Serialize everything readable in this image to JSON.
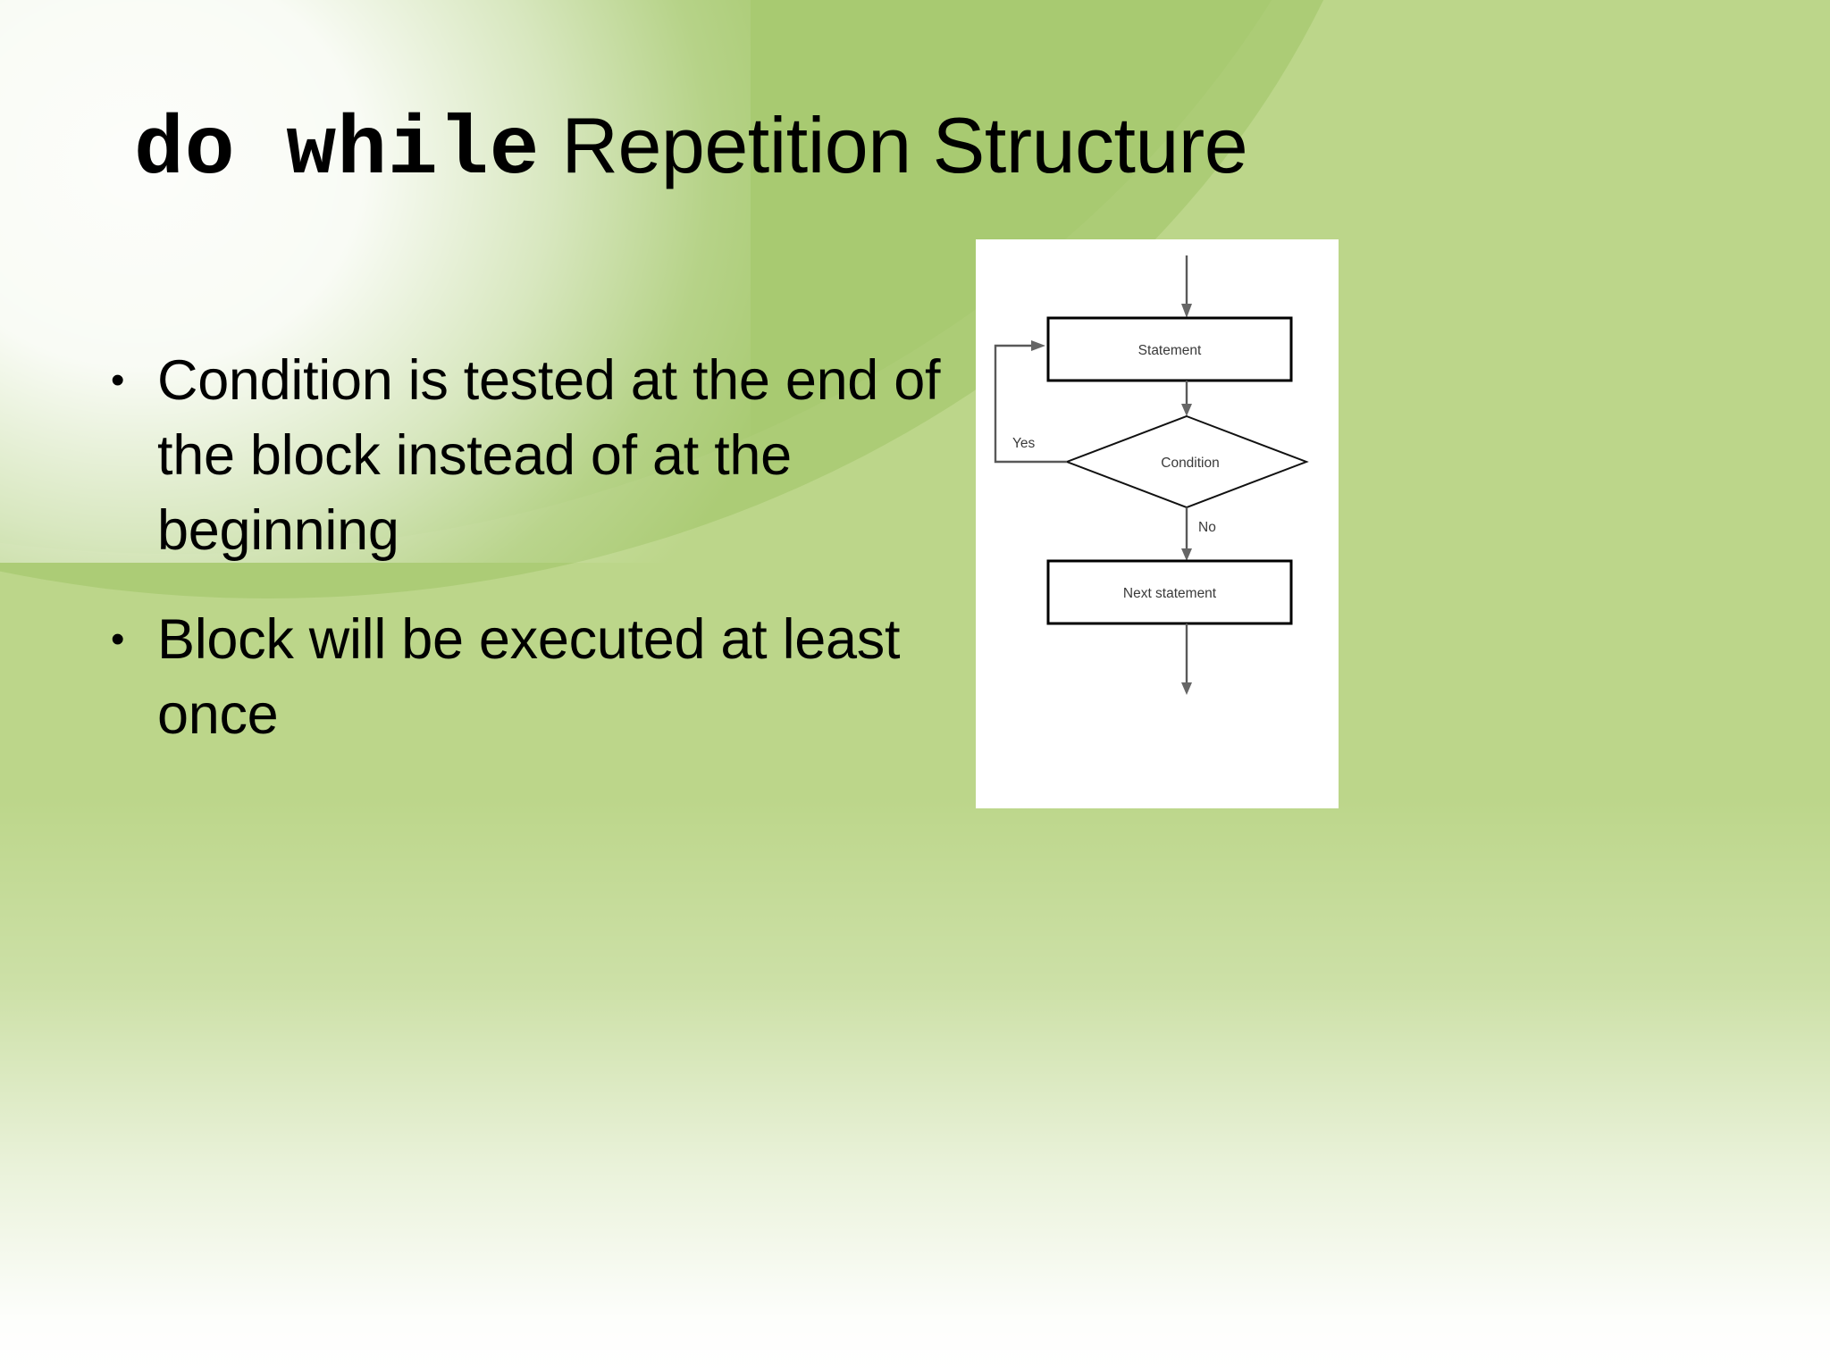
{
  "slide": {
    "background_color": "#bcd68a",
    "title": {
      "code_part": "do while",
      "rest_part": " Repetition Structure",
      "full": "do while Repetition Structure"
    },
    "bullets": [
      {
        "marker": "•",
        "text": "Condition is tested at the end of the block instead of at the beginning"
      },
      {
        "marker": "•",
        "text": "Block will be executed at least once"
      }
    ],
    "flowchart": {
      "type": "do-while flow diagram",
      "nodes": [
        {
          "id": "statement",
          "shape": "rectangle",
          "label": "Statement"
        },
        {
          "id": "condition",
          "shape": "diamond",
          "label": "Condition"
        },
        {
          "id": "next",
          "shape": "rectangle",
          "label": "Next statement"
        }
      ],
      "edge_labels": {
        "yes": "Yes",
        "no": "No"
      }
    }
  }
}
